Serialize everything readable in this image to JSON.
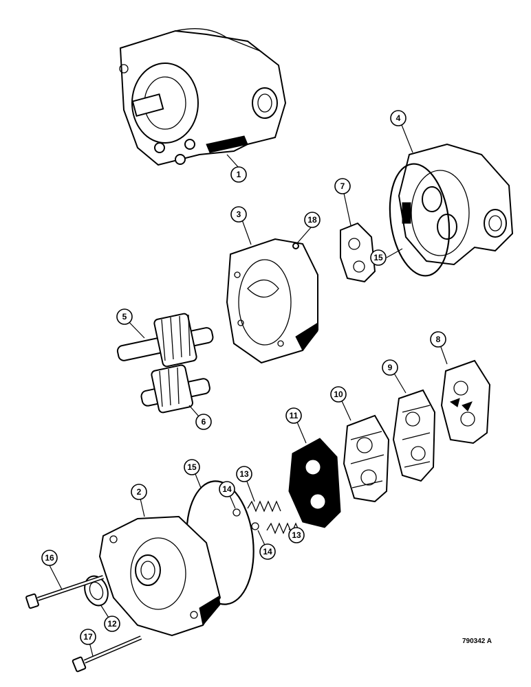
{
  "figure_code": "790342 A",
  "callouts": [
    {
      "id": "c1",
      "label": "1"
    },
    {
      "id": "c2",
      "label": "2"
    },
    {
      "id": "c3",
      "label": "3"
    },
    {
      "id": "c4",
      "label": "4"
    },
    {
      "id": "c5",
      "label": "5"
    },
    {
      "id": "c6",
      "label": "6"
    },
    {
      "id": "c7",
      "label": "7"
    },
    {
      "id": "c8",
      "label": "8"
    },
    {
      "id": "c9",
      "label": "9"
    },
    {
      "id": "c10",
      "label": "10"
    },
    {
      "id": "c11",
      "label": "11"
    },
    {
      "id": "c12",
      "label": "12"
    },
    {
      "id": "c13a",
      "label": "13"
    },
    {
      "id": "c13b",
      "label": "13"
    },
    {
      "id": "c14a",
      "label": "14"
    },
    {
      "id": "c14b",
      "label": "14"
    },
    {
      "id": "c15a",
      "label": "15"
    },
    {
      "id": "c15b",
      "label": "15"
    },
    {
      "id": "c16",
      "label": "16"
    },
    {
      "id": "c17",
      "label": "17"
    },
    {
      "id": "c18",
      "label": "18"
    }
  ]
}
